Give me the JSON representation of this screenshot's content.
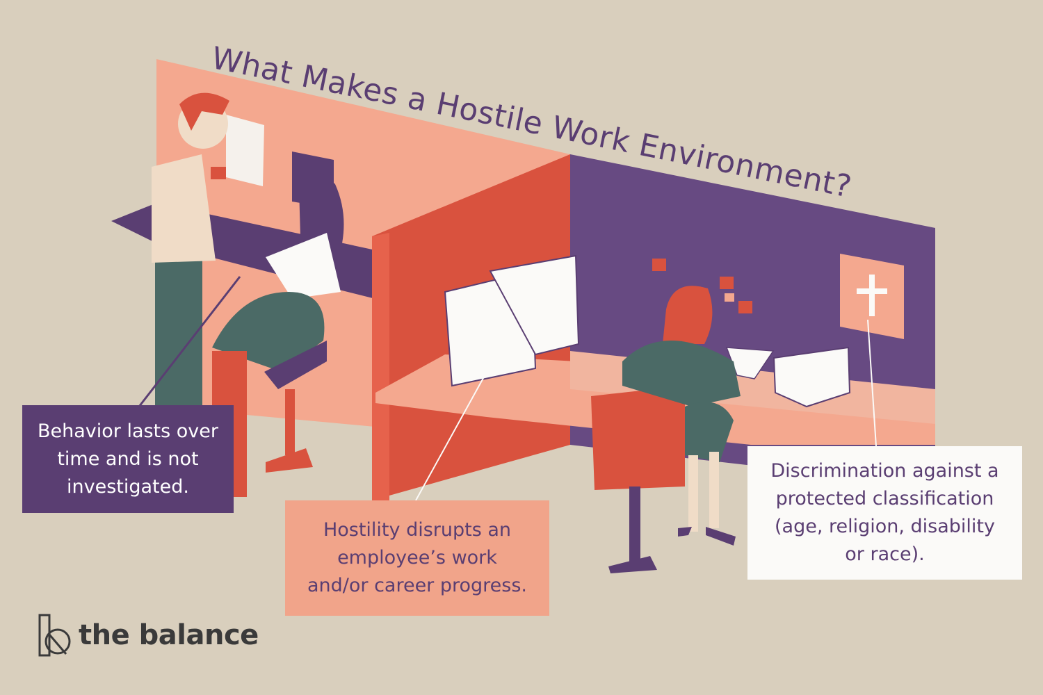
{
  "title": "What Makes a Hostile Work Environment?",
  "callouts": {
    "behavior": {
      "lines": [
        "Behavior lasts over",
        "time and is not",
        "investigated."
      ]
    },
    "disrupt": {
      "lines": [
        "Hostility disrupts an",
        "employee’s work",
        "and/or career progress."
      ]
    },
    "discrimination": {
      "lines": [
        "Discrimination against a",
        "protected classification",
        "(age, religion, disability",
        "or race)."
      ]
    }
  },
  "logo": {
    "text": "the balance",
    "icon": "balance-logo-icon"
  },
  "colors": {
    "background": "#d9cfbd",
    "purple": "#5a3e72",
    "salmon": "#f1a48a",
    "coral": "#d9523e",
    "teal": "#4b6a66",
    "white": "#fbfaf8"
  },
  "icons": [
    "cross-icon",
    "paper-stack-icon",
    "sticky-note-icon"
  ]
}
